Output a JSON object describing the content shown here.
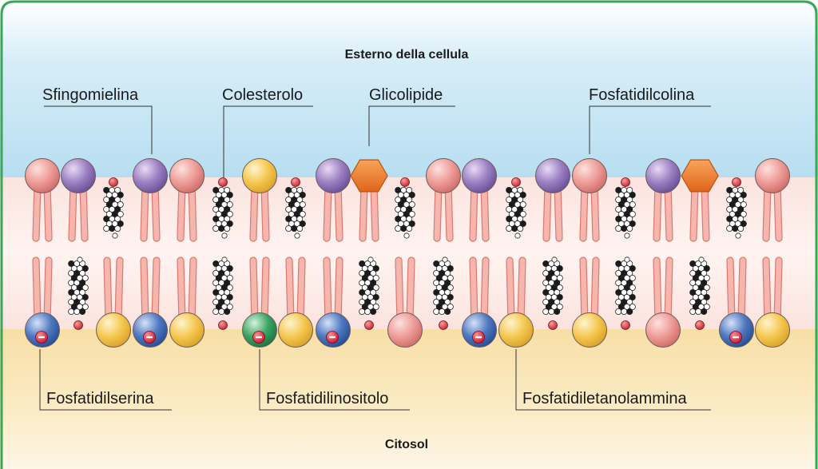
{
  "regions": {
    "outside_title": "Esterno della cellula",
    "inside_title": "Citosol"
  },
  "labels": {
    "sphingomyelin": "Sfingomielina",
    "cholesterol": "Colesterolo",
    "glycolipid": "Glicolipide",
    "phosphatidylcholine": "Fosfatidilcolina",
    "phosphatidylserine": "Fosfatidilserina",
    "phosphatidylinositol": "Fosfatidilinositolo",
    "phosphatidylethanolamine": "Fosfatidiletanolammina"
  },
  "legend_colors": {
    "sphingomyelin": "#8e6fb8",
    "phosphatidylcholine": "#e98f8d",
    "phosphatidylserine": "#3f68b3",
    "phosphatidylethanolamine": "#f3c24a",
    "phosphatidylinositol": "#2e9a57",
    "glycolipid": "#f07e1f",
    "cholesterol_head": "#d22f3c",
    "charge": "#d0212f",
    "frame": "#3aa757"
  },
  "outer_leaflet": [
    "PC",
    "SM",
    "CHOL",
    "SM",
    "PC",
    "CHOL",
    "PC-yellow",
    "CHOL",
    "SM",
    "GLY",
    "CHOL",
    "PC",
    "SM",
    "CHOL",
    "SM",
    "PC",
    "CHOL",
    "SM",
    "GLY",
    "CHOL",
    "PC"
  ],
  "inner_leaflet": [
    "PS",
    "CHOL",
    "PE",
    "PS",
    "PE",
    "CHOL",
    "PI",
    "PE",
    "PS",
    "CHOL",
    "PC",
    "CHOL",
    "PS",
    "PE",
    "CHOL",
    "PE",
    "CHOL",
    "PC",
    "CHOL",
    "PS",
    "PE"
  ]
}
